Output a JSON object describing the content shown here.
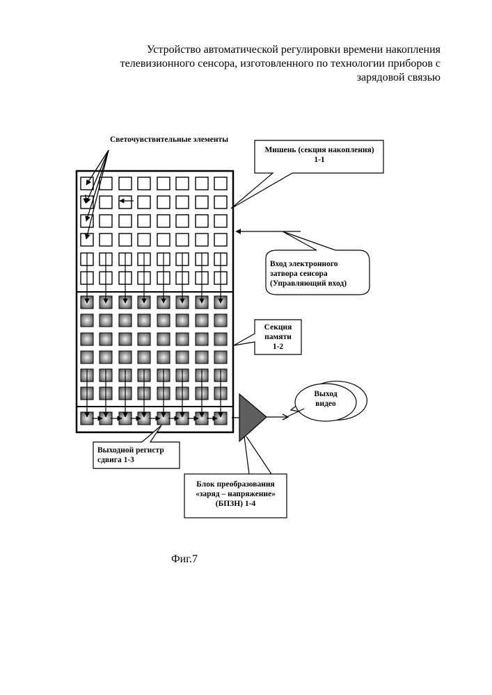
{
  "page": {
    "title_lines": [
      "Устройство автоматической регулировки времени накопления",
      "телевизионного сенсора, изготовленного по технологии приборов с",
      "зарядовой связью"
    ],
    "caption": "Фиг.7"
  },
  "labels": {
    "photosensitive": "Светочувствительные элементы",
    "target_line1": "Мишень (секция накопления)",
    "target_line2": "1-1",
    "shutter_line1": "Вход электронного",
    "shutter_line2": "затвора сенсора",
    "shutter_line3": "(Управляющий вход)",
    "memory_line1": "Секция",
    "memory_line2": "памяти",
    "memory_line3": "1-2",
    "video_line1": "Выход",
    "video_line2": "видео",
    "register_line1": "Выходной регистр",
    "register_line2": "сдвига 1-3",
    "bpzn_line1": "Блок преобразования",
    "bpzn_line2": "«заряд – напряжение»",
    "bpzn_line3": "(БПЗН) 1-4"
  },
  "colors": {
    "line": "#000000",
    "cell_dark": "#555555",
    "cell_light": "#e6e6e6",
    "amplifier": "#606060"
  }
}
